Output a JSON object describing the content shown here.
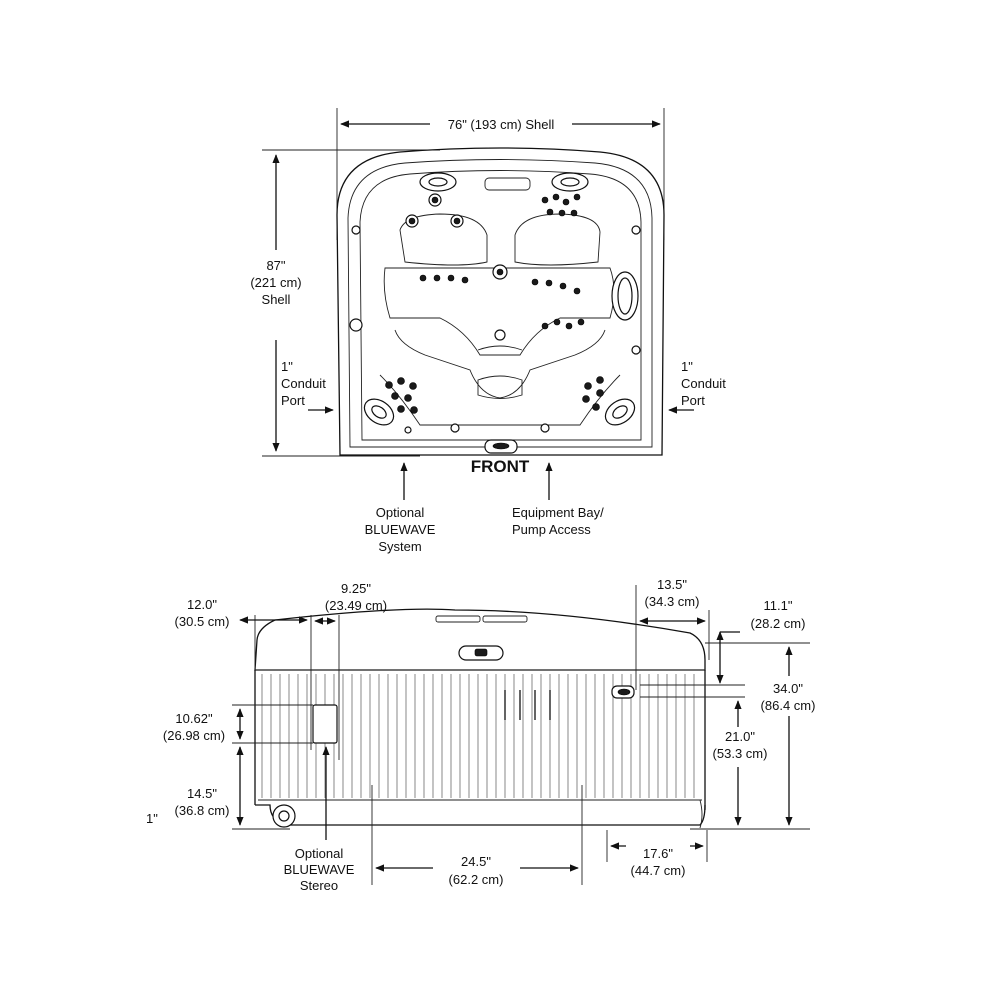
{
  "top_view": {
    "width_label": "76\" (193 cm) Shell",
    "length_line1": "87\"",
    "length_line2": "(221 cm)",
    "length_line3": "Shell",
    "conduit_left_line1": "1\"",
    "conduit_left_line2": "Conduit",
    "conduit_left_line3": "Port",
    "conduit_right_line1": "1\"",
    "conduit_right_line2": "Conduit",
    "conduit_right_line3": "Port",
    "front_label": "FRONT",
    "bluewave_line1": "Optional",
    "bluewave_line2": "BLUEWAVE",
    "bluewave_line3": "System",
    "equipment_line1": "Equipment Bay/",
    "equipment_line2": "Pump Access"
  },
  "side_view": {
    "dim_12_line1": "12.0\"",
    "dim_12_line2": "(30.5 cm)",
    "dim_925_line1": "9.25\"",
    "dim_925_line2": "(23.49 cm)",
    "dim_135_line1": "13.5\"",
    "dim_135_line2": "(34.3 cm)",
    "dim_111_line1": "11.1\"",
    "dim_111_line2": "(28.2 cm)",
    "dim_34_line1": "34.0\"",
    "dim_34_line2": "(86.4 cm)",
    "dim_21_line1": "21.0\"",
    "dim_21_line2": "(53.3 cm)",
    "dim_1062_line1": "10.62\"",
    "dim_1062_line2": "(26.98 cm)",
    "dim_145_line1": "14.5\"",
    "dim_145_line2": "(36.8 cm)",
    "dim_1": "1\"",
    "stereo_line1": "Optional",
    "stereo_line2": "BLUEWAVE",
    "stereo_line3": "Stereo",
    "dim_245_line1": "24.5\"",
    "dim_245_line2": "(62.2 cm)",
    "dim_176_line1": "17.6\"",
    "dim_176_line2": "(44.7 cm)"
  }
}
